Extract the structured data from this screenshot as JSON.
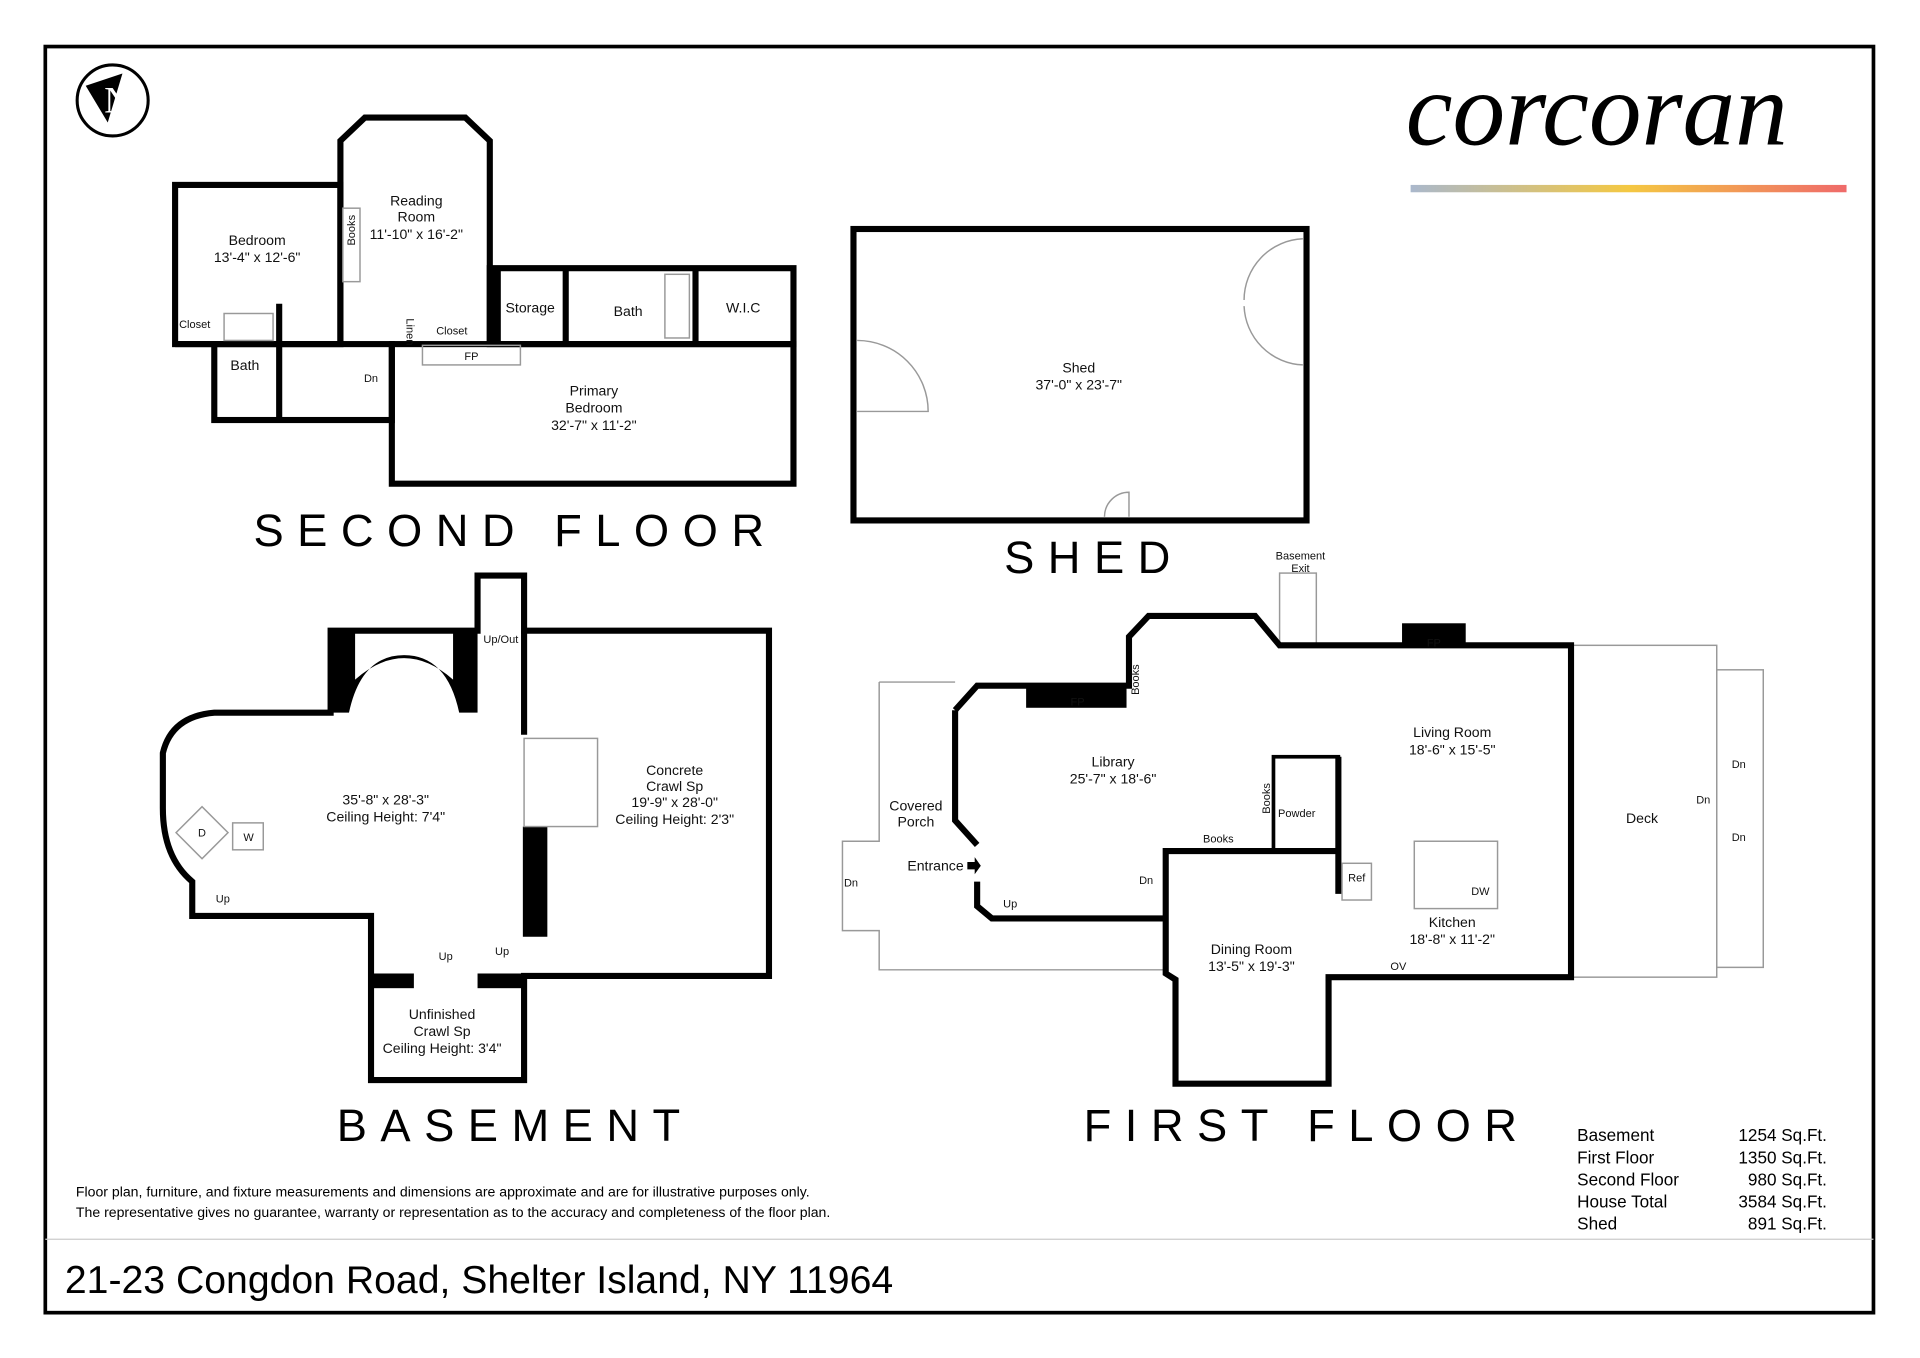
{
  "brand": {
    "logo": "corcoran",
    "gradient_colors": [
      "#aab8cc",
      "#f4c842",
      "#ef6a6a"
    ]
  },
  "compass": {
    "letter": "N"
  },
  "address": "21-23 Congdon Road, Shelter Island, NY 11964",
  "disclaimer": [
    "Floor plan, furniture, and fixture measurements and dimensions are approximate and are for illustrative purposes only.",
    "The representative gives no guarantee, warranty or representation as to the accuracy and completeness of the floor plan."
  ],
  "titles": {
    "second_floor": "SECOND FLOOR",
    "shed": "SHED",
    "basement": "BASEMENT",
    "first_floor": "FIRST FLOOR"
  },
  "second_floor": {
    "bedroom": [
      "Bedroom",
      "13'-4\" x 12'-6\""
    ],
    "reading": [
      "Reading",
      "Room",
      "11'-10\" x 16'-2\""
    ],
    "primary": [
      "Primary",
      "Bedroom",
      "32'-7\" x 11'-2\""
    ],
    "small": {
      "books": "Books",
      "closet1": "Closet",
      "closet2": "Closet",
      "linen": "Linen",
      "storage": "Storage",
      "bath1": "Bath",
      "bath2": "Bath",
      "wic": "W.I.C",
      "fp": "FP",
      "dn": "Dn"
    }
  },
  "shed": [
    "Shed",
    "37'-0\" x 23'-7\""
  ],
  "basement": {
    "main": [
      "35'-8\" x 28'-3\"",
      "Ceiling Height: 7'4\""
    ],
    "concrete": [
      "Concrete",
      "Crawl Sp",
      "19'-9\" x 28'-0\"",
      "Ceiling Height: 2'3\""
    ],
    "unfinished": [
      "Unfinished",
      "Crawl Sp",
      "Ceiling Height: 3'4\""
    ],
    "small": {
      "upout": "Up/Out",
      "d": "D",
      "w": "W",
      "up": "Up"
    }
  },
  "first_floor": {
    "library": [
      "Library",
      "25'-7\" x 18'-6\""
    ],
    "living": [
      "Living Room",
      "18'-6\" x 15'-5\""
    ],
    "kitchen": [
      "Kitchen",
      "18'-8\" x 11'-2\""
    ],
    "dining": [
      "Dining Room",
      "13'-5\" x 19'-3\""
    ],
    "porch": [
      "Covered",
      "Porch"
    ],
    "basement_exit": [
      "Basement",
      "Exit"
    ],
    "small": {
      "deck": "Deck",
      "entrance": "Entrance",
      "powder": "Powder",
      "books": "Books",
      "fp": "FP",
      "ref": "Ref",
      "dw": "DW",
      "ov": "OV",
      "dn": "Dn",
      "up": "Up"
    }
  },
  "square_footage": [
    {
      "label": "Basement",
      "value": "1254 Sq.Ft."
    },
    {
      "label": "First Floor",
      "value": "1350 Sq.Ft."
    },
    {
      "label": "Second Floor",
      "value": "980 Sq.Ft."
    },
    {
      "label": "House Total",
      "value": "3584 Sq.Ft."
    },
    {
      "label": "Shed",
      "value": "891 Sq.Ft."
    }
  ]
}
